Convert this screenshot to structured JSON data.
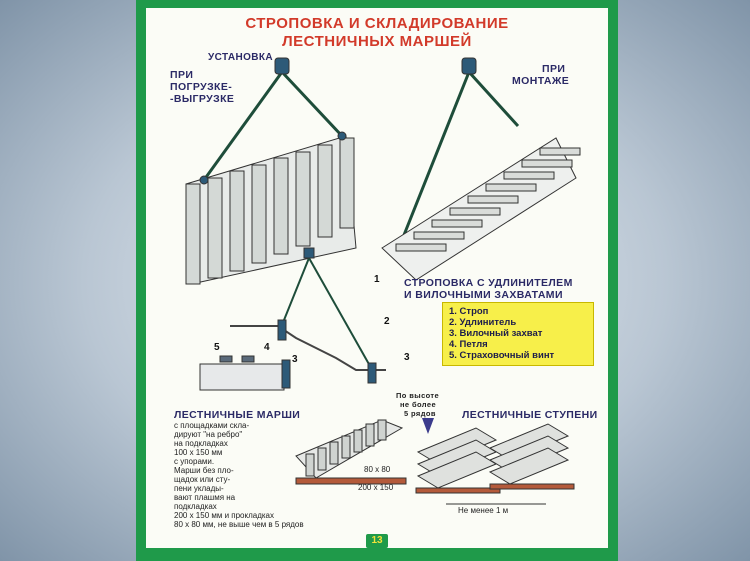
{
  "poster": {
    "title_line1": "СТРОПОВКА И СКЛАДИРОВАНИЕ",
    "title_line2": "ЛЕСТНИЧНЫХ МАРШЕЙ",
    "install_label": "УСТАНОВКА",
    "loading_label_1": "ПРИ",
    "loading_label_2": "ПОГРУЗКЕ-",
    "loading_label_3": "-ВЫГРУЗКЕ",
    "mounting_label_1": "ПРИ",
    "mounting_label_2": "МОНТАЖЕ",
    "slinging_title_1": "СТРОПОВКА С УДЛИНИТЕЛЕМ",
    "slinging_title_2": "И ВИЛОЧНЫМИ ЗАХВАТАМИ",
    "legend": [
      "1. Строп",
      "2. Удлинитель",
      "3. Вилочный захват",
      "4. Петля",
      "5. Страховочный винт"
    ],
    "callouts": {
      "n1": "1",
      "n2": "2",
      "n3a": "3",
      "n3b": "3",
      "n4": "4",
      "n5": "5"
    },
    "height_note_1": "По высоте",
    "height_note_2": "не более",
    "height_note_3": "5 рядов",
    "flights_title": "ЛЕСТНИЧНЫЕ МАРШИ",
    "flights_text": [
      "с площадками скла-",
      "дируют \"на ребро\"",
      "на подкладках",
      "100 х 150 мм",
      "с упорами.",
      "Марши без пло-",
      "щадок или сту-",
      "пени уклады-",
      "вают плашмя на",
      "подкладках",
      "200 х 150 мм и прокладках",
      "80 х 80 мм, не выше чем в 5 рядов"
    ],
    "steps_title": "ЛЕСТНИЧНЫЕ СТУПЕНИ",
    "dim_80": "80 х 80",
    "dim_200": "200 х 150",
    "min_spacing": "Не менее 1 м",
    "page_number": "13",
    "colors": {
      "frame": "#1f9a4a",
      "title": "#d23a2a",
      "legend_bg": "#f7ef4a",
      "labels": "#2b2a66"
    }
  }
}
